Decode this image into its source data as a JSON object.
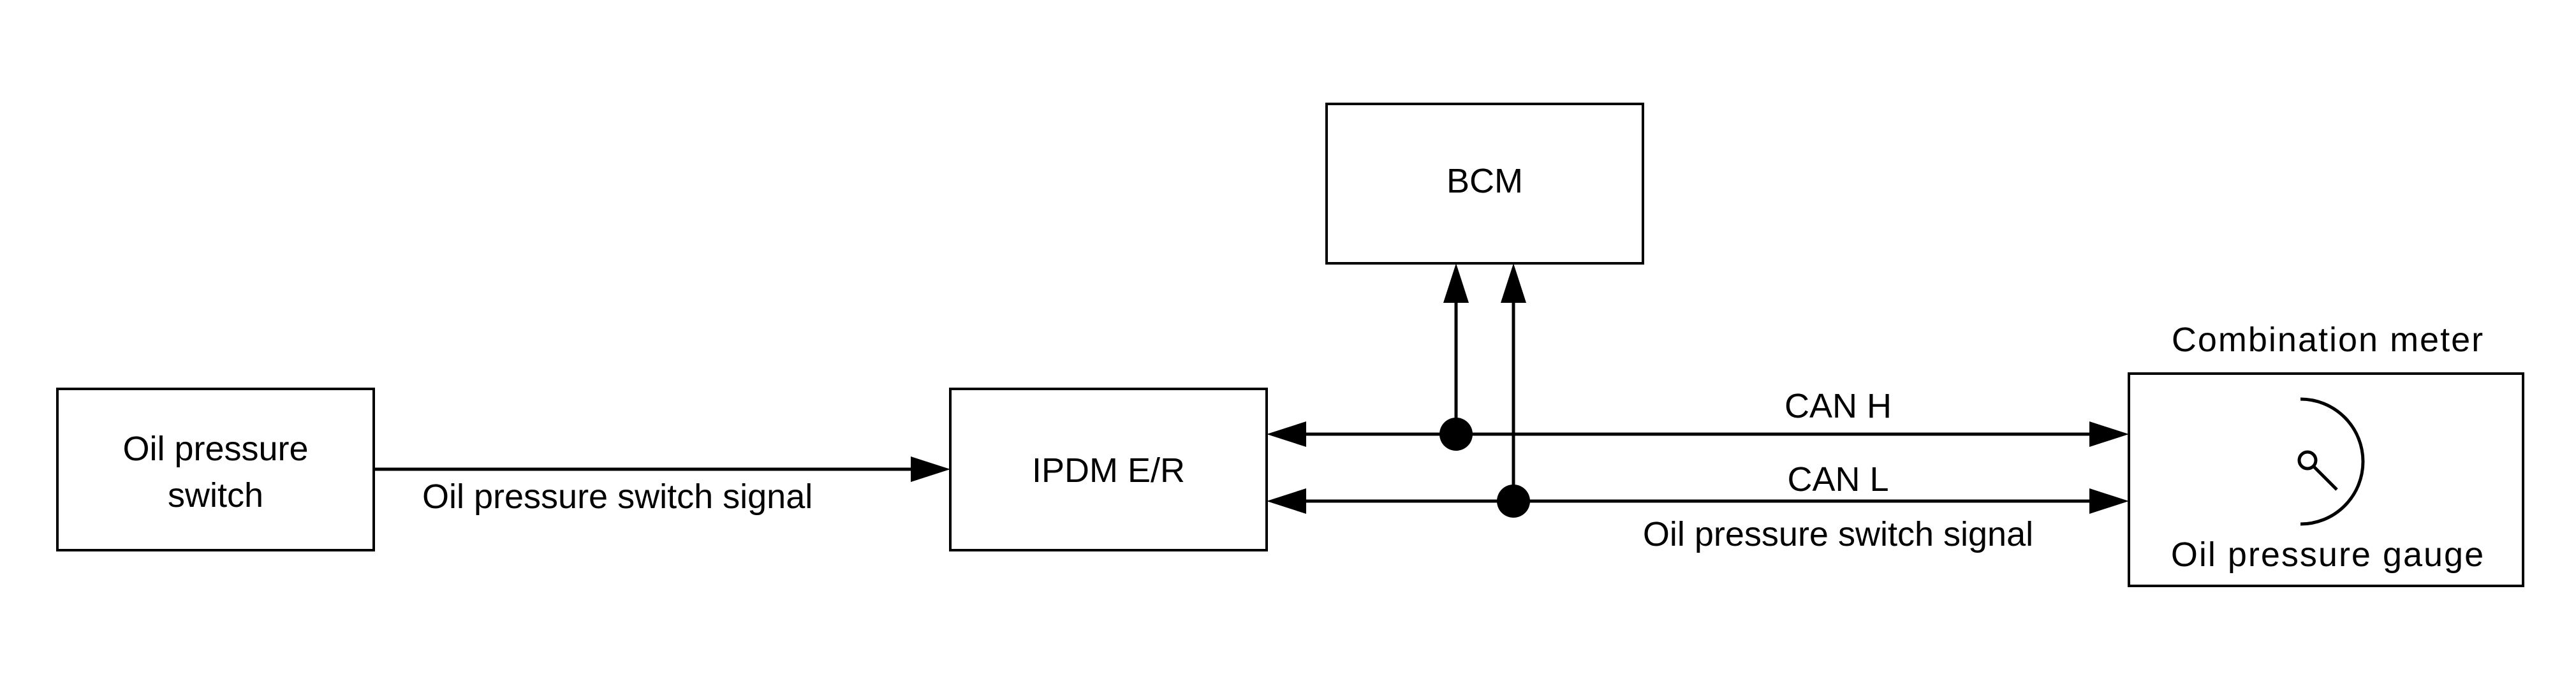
{
  "components": {
    "oil_pressure_switch": {
      "line1": "Oil pressure",
      "line2": "switch"
    },
    "ipdm": {
      "label": "IPDM E/R"
    },
    "bcm": {
      "label": "BCM"
    },
    "combination_meter": {
      "title": "Combination meter",
      "gauge_label": "Oil pressure gauge"
    }
  },
  "signals": {
    "switch_to_ipdm": "Oil pressure switch signal",
    "can_h": "CAN H",
    "can_l": "CAN L",
    "can_signal": "Oil pressure switch signal"
  }
}
